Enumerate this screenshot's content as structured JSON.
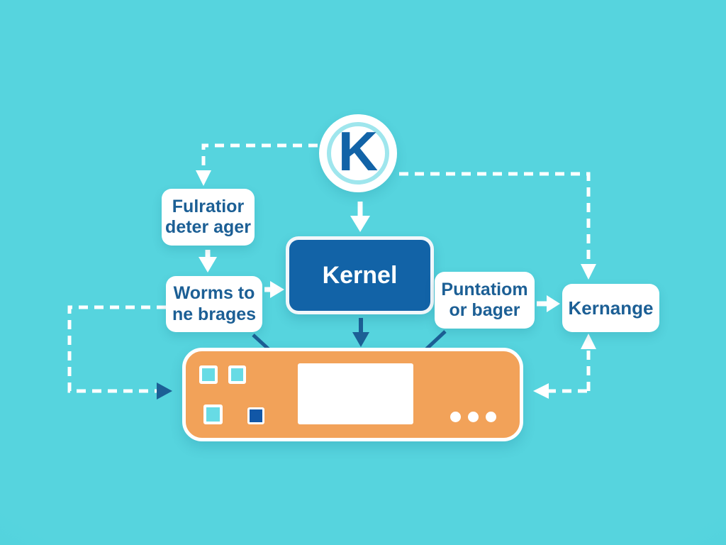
{
  "diagram": {
    "logo": {
      "label": "K"
    },
    "nodes": [
      {
        "id": "fulratior",
        "label": "Fulratior\ndeter ager"
      },
      {
        "id": "worms",
        "label": "Worms to\nne brages"
      },
      {
        "id": "kernel",
        "label": "Kernel"
      },
      {
        "id": "puntatiom",
        "label": "Puntatiom\nor bager"
      },
      {
        "id": "kernange",
        "label": "Kernange"
      }
    ],
    "connections": [
      {
        "from": "k-logo-circle",
        "to": "fulratior",
        "style": "dashed-white",
        "direction": "left-then-down"
      },
      {
        "from": "k-logo-circle",
        "to": "kernel",
        "style": "solid-white",
        "direction": "down"
      },
      {
        "from": "k-logo-circle",
        "to": "kernange",
        "style": "dashed-white",
        "direction": "right-then-down"
      },
      {
        "from": "fulratior",
        "to": "worms",
        "style": "solid-white",
        "direction": "down"
      },
      {
        "from": "worms",
        "to": "kernel",
        "style": "solid-white",
        "direction": "right"
      },
      {
        "from": "kernel",
        "to": "orange-panel",
        "style": "solid-dark",
        "direction": "down"
      },
      {
        "from": "puntatiom",
        "to": "kernange",
        "style": "solid-white",
        "direction": "right"
      },
      {
        "from": "worms",
        "to": "panel-screen",
        "style": "solid-dark",
        "direction": "diagonal-down-right"
      },
      {
        "from": "puntatiom",
        "to": "panel-screen",
        "style": "solid-dark",
        "direction": "diagonal-down-left"
      },
      {
        "from": "worms",
        "to": "orange-panel",
        "style": "dashed-white-loop",
        "direction": "left-down-right",
        "arrowhead": "dark"
      },
      {
        "from": "bottom-right-corner",
        "to": "kernange",
        "style": "dashed-white",
        "direction": "up"
      },
      {
        "from": "bottom-right-corner",
        "to": "orange-panel",
        "style": "dashed-white",
        "direction": "left"
      },
      {
        "from": "blue-square",
        "to": "cyan-square",
        "style": "solid-dark",
        "direction": "left"
      }
    ],
    "panel": {
      "cyan_squares": 3,
      "blue_squares": 1,
      "white_screen": 1,
      "dots": 3
    }
  },
  "colors": {
    "bg": "#56d4de",
    "bg-deep": "#41cad6",
    "white": "#ffffff",
    "ink": "#1c5f95",
    "kernel-blue": "#1263a7",
    "orange": "#f2a259",
    "sq-cyan": "#67dbe5",
    "sq-blue": "#1157a7",
    "ring-cyan": "#9fe6ed"
  }
}
